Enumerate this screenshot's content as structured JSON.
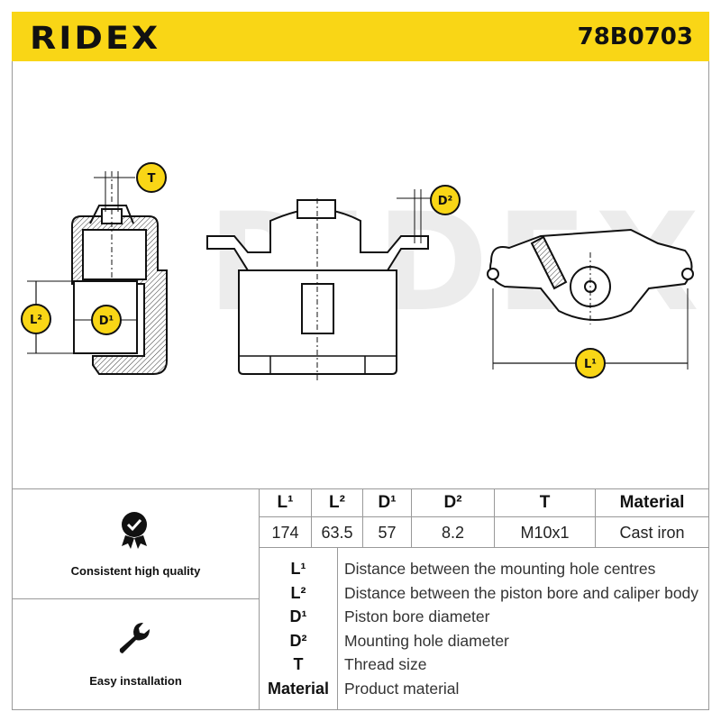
{
  "header": {
    "brand": "RIDEX",
    "part_number": "78B0703"
  },
  "drawings": {
    "watermark": "RIDEX",
    "labels": {
      "T": "T",
      "D2": "D²",
      "L2": "L²",
      "D1": "D¹",
      "L1": "L¹"
    }
  },
  "features": [
    {
      "icon": "quality-badge-icon",
      "label": "Consistent high quality"
    },
    {
      "icon": "wrench-icon",
      "label": "Easy installation"
    }
  ],
  "spec_table": {
    "headers": [
      "L¹",
      "L²",
      "D¹",
      "D²",
      "T",
      "Material"
    ],
    "values": [
      "174",
      "63.5",
      "57",
      "8.2",
      "M10x1",
      "Cast iron"
    ]
  },
  "legend": [
    {
      "key": "L¹",
      "desc": "Distance between the mounting hole centres"
    },
    {
      "key": "L²",
      "desc": "Distance between the piston bore and caliper body"
    },
    {
      "key": "D¹",
      "desc": "Piston bore diameter"
    },
    {
      "key": "D²",
      "desc": "Mounting hole diameter"
    },
    {
      "key": "T",
      "desc": "Thread size"
    },
    {
      "key": "Material",
      "desc": "Product material"
    }
  ],
  "colors": {
    "accent": "#f9d616",
    "line": "#111111",
    "border": "#999999",
    "watermark": "#ececec"
  }
}
